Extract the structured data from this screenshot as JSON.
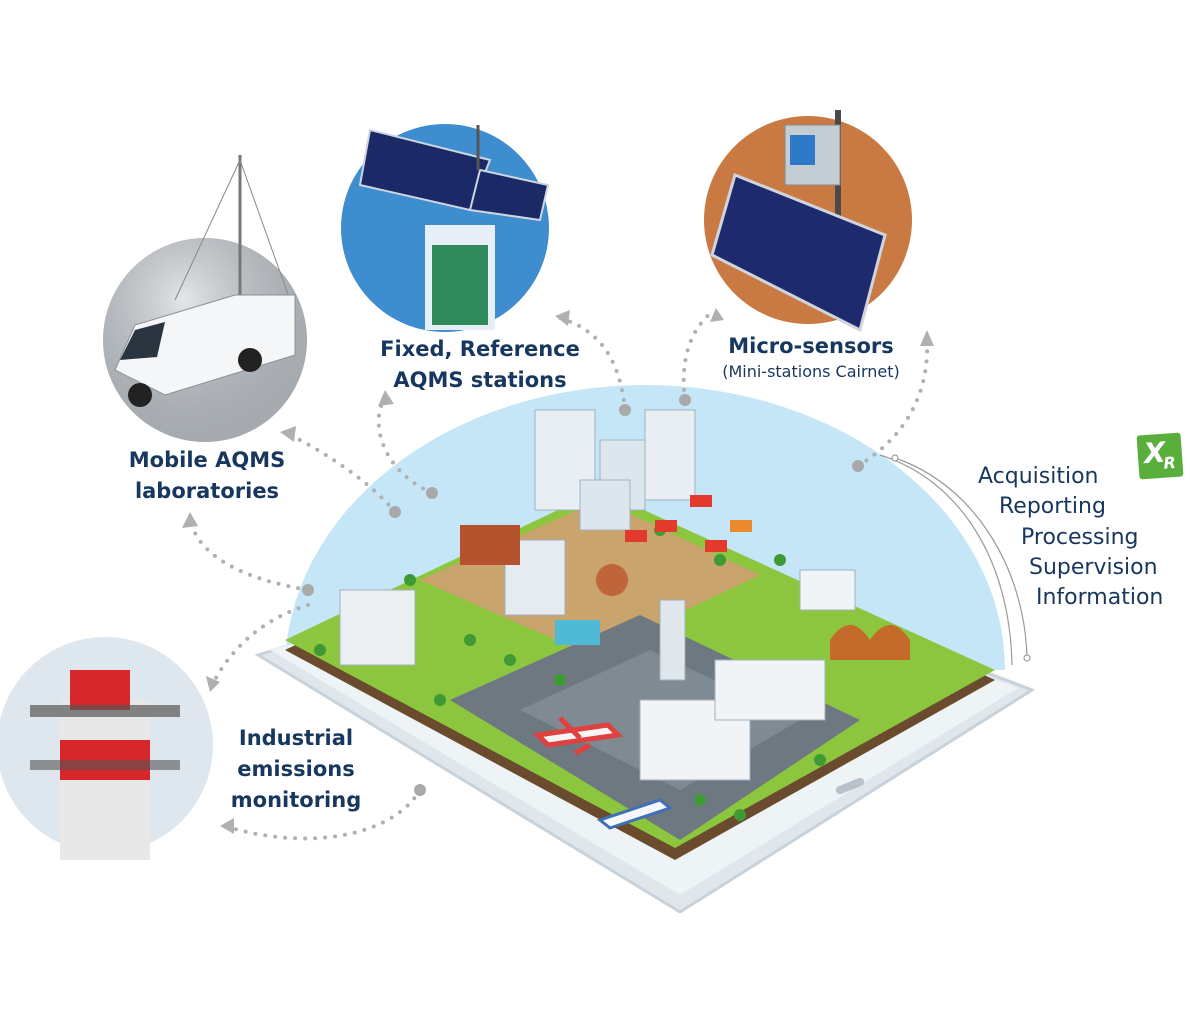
{
  "labels": {
    "mobile": [
      "Mobile AQMS",
      "laboratories"
    ],
    "fixed": [
      "Fixed, Reference",
      "AQMS stations"
    ],
    "micro": {
      "title": "Micro-sensors",
      "subtitle": "(Mini-stations Cairnet)"
    },
    "industrial": [
      "Industrial",
      "emissions",
      "monitoring"
    ]
  },
  "functions": [
    "Acquisition",
    "Reporting",
    "Processing",
    "Supervision",
    "Information"
  ],
  "logo": {
    "text": "XR",
    "color": "#5aae3c"
  },
  "colors": {
    "text": "#17375e",
    "dome": "#c4e6f6",
    "arrows": "#b0b0b0"
  }
}
